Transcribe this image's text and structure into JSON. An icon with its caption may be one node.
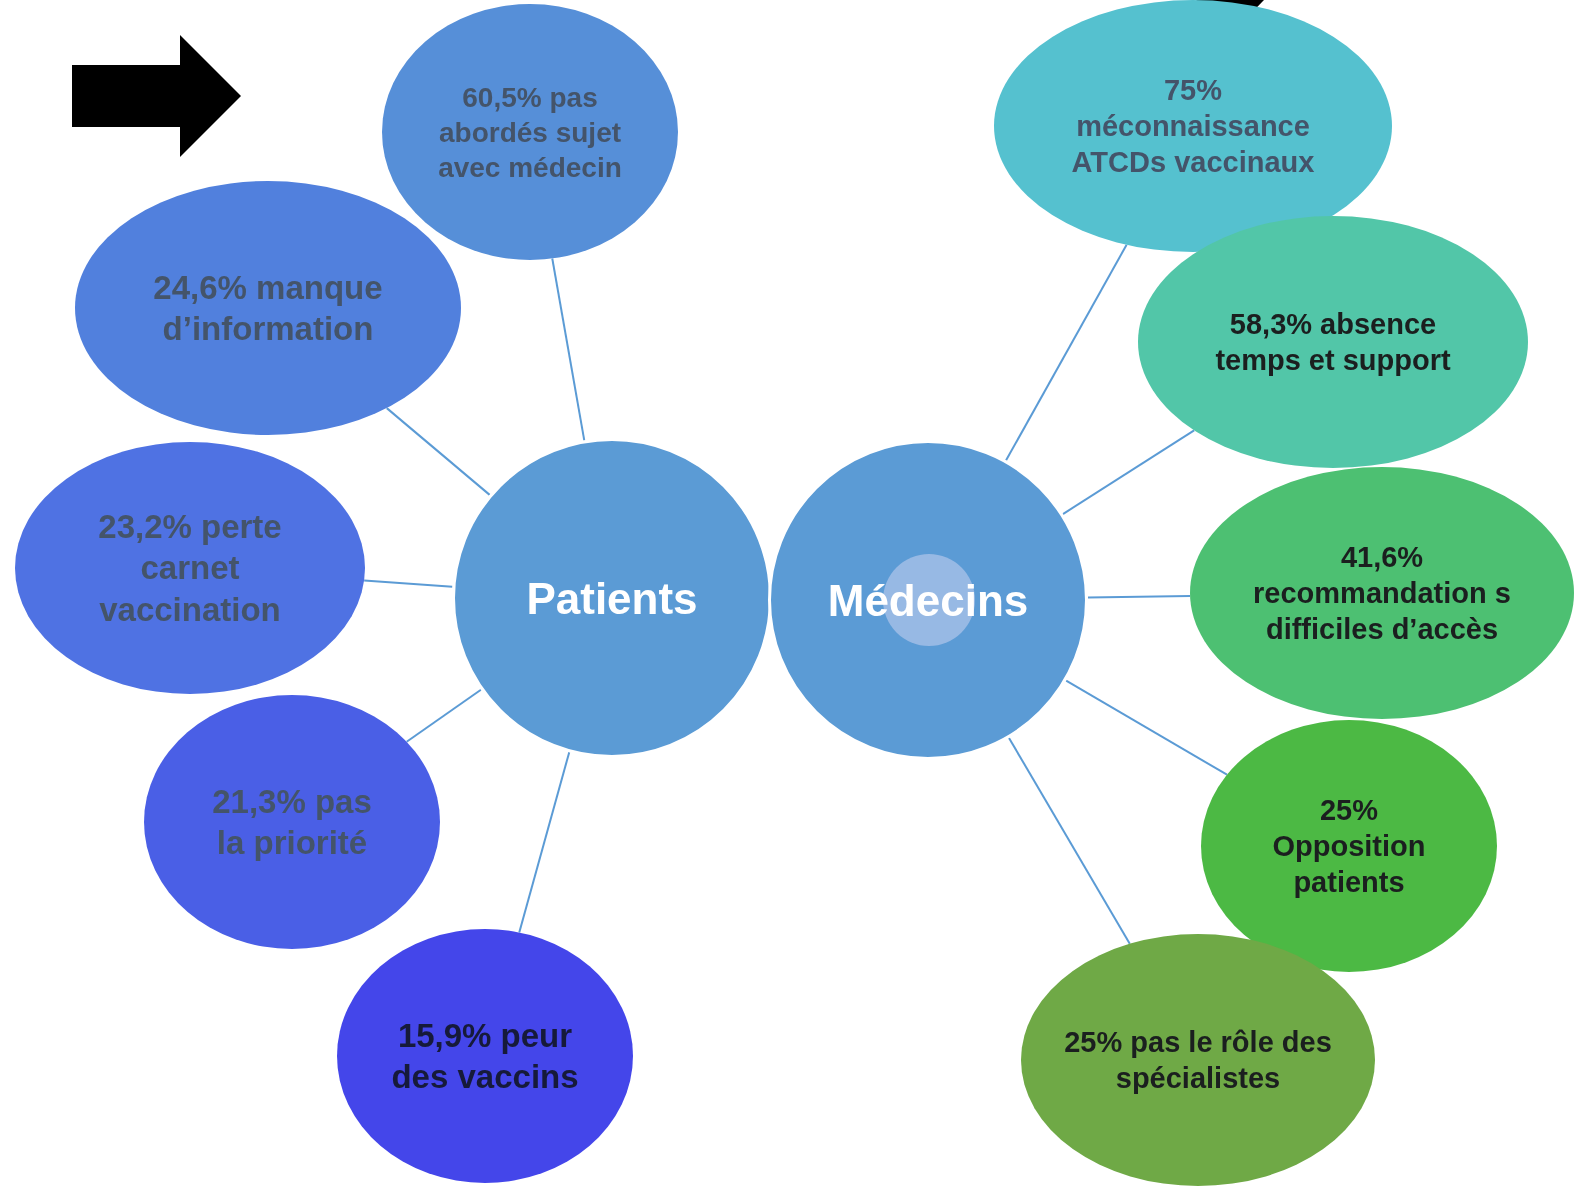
{
  "diagram": {
    "nodes": [
      {
        "text": [
          "Patients"
        ]
      },
      {
        "text": [
          "Médecins"
        ]
      },
      {
        "text": [
          "60,5% pas abordés sujet avec médecin"
        ]
      },
      {
        "text": [
          "24,6% manque d’information"
        ]
      },
      {
        "text": [
          "23,2% perte carnet vaccination"
        ]
      },
      {
        "text": [
          "21,3% pas la priorité"
        ]
      },
      {
        "text": [
          "15,9% peur des vaccins"
        ]
      },
      {
        "text": [
          "75% méconnaissance ATCDs vaccinaux"
        ]
      },
      {
        "text": [
          "58,3% absence temps et support"
        ]
      },
      {
        "text": [
          "41,6% recommandation s difficiles d’accès"
        ]
      },
      {
        "text": [
          "25% Opposition patients"
        ]
      },
      {
        "text": [
          "25% pas le rôle des spécialistes"
        ]
      }
    ],
    "edges": [
      {
        "from": 0,
        "to": 2,
        "arrow": "none"
      },
      {
        "from": 0,
        "to": 3,
        "arrow": "none"
      },
      {
        "from": 0,
        "to": 4,
        "arrow": "none"
      },
      {
        "from": 0,
        "to": 5,
        "arrow": "none"
      },
      {
        "from": 0,
        "to": 6,
        "arrow": "none"
      },
      {
        "from": 1,
        "to": 7,
        "arrow": "none"
      },
      {
        "from": 1,
        "to": 8,
        "arrow": "none"
      },
      {
        "from": 1,
        "to": 9,
        "arrow": "none"
      },
      {
        "from": 1,
        "to": 10,
        "arrow": "none"
      },
      {
        "from": 1,
        "to": 11,
        "arrow": "none"
      }
    ]
  }
}
